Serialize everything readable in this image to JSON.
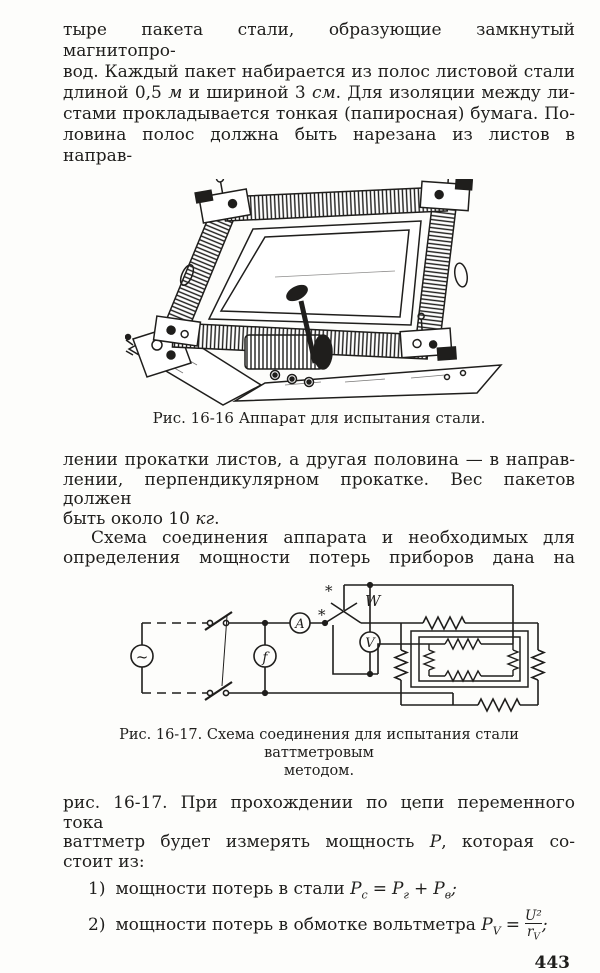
{
  "page": {
    "number": "443",
    "paper": "#fdfdfb",
    "ink": "#1f1e1c"
  },
  "para1": {
    "l1": "тыре пакета стали, образующие замкнутый магнитопро-",
    "l2": "вод. Каждый пакет набирается из полос листовой стали",
    "l3a": "длиной 0,5 ",
    "l3b": "м",
    "l3c": " и шириной 3 ",
    "l3d": "см",
    "l3e": ". Для изоляции между ли-",
    "l4": "стами прокладывается тонкая (папиросная) бумага. По-",
    "l5": "ловина полос должна быть нарезана из листов в направ-"
  },
  "fig16_16": {
    "caption": "Рис. 16-16  Аппарат для испытания стали."
  },
  "para2": {
    "l1": "лении прокатки листов, а другая половина — в направ-",
    "l2": "лении, перпендикулярном прокатке. Вес пакетов должен",
    "l3a": "быть около 10 ",
    "l3b": "кг",
    "l3c": "."
  },
  "para3": {
    "l1": "Схема соединения аппарата и необходимых для",
    "l2": "определения мощности потерь приборов дана на"
  },
  "circuit": {
    "source_label": "~",
    "ammeter_label": "A",
    "freq_label": "f",
    "watt_label": "W",
    "volt_label": "V",
    "polarity_mark1": "*",
    "polarity_mark2": "*"
  },
  "fig16_17": {
    "caption_l1": "Рис. 16-17. Схема соединения для испытания стали ваттметровым",
    "caption_l2": "методом."
  },
  "para4": {
    "l1": "рис. 16-17. При прохождении по цепи переменного тока",
    "l2a": "ваттметр будет измерять мощность ",
    "l2b": "P",
    "l2c": ", которая со-",
    "l3": "стоит из:"
  },
  "list": {
    "item1": {
      "marker": "1)",
      "text": "мощности потерь в стали ",
      "f_p1": "P",
      "f_s1": "с",
      "f_eq": "=",
      "f_p2": "P",
      "f_s2": "г",
      "f_plus": "+",
      "f_p3": "P",
      "f_s3": "в",
      "f_end": ";"
    },
    "item2": {
      "marker": "2)",
      "text": "мощности потерь в обмотке вольтметра ",
      "f_p1": "P",
      "f_s1": "V",
      "f_eq": "=",
      "f_num": "U²",
      "f_den": "r",
      "f_densub": "V",
      "f_end": ";"
    }
  }
}
